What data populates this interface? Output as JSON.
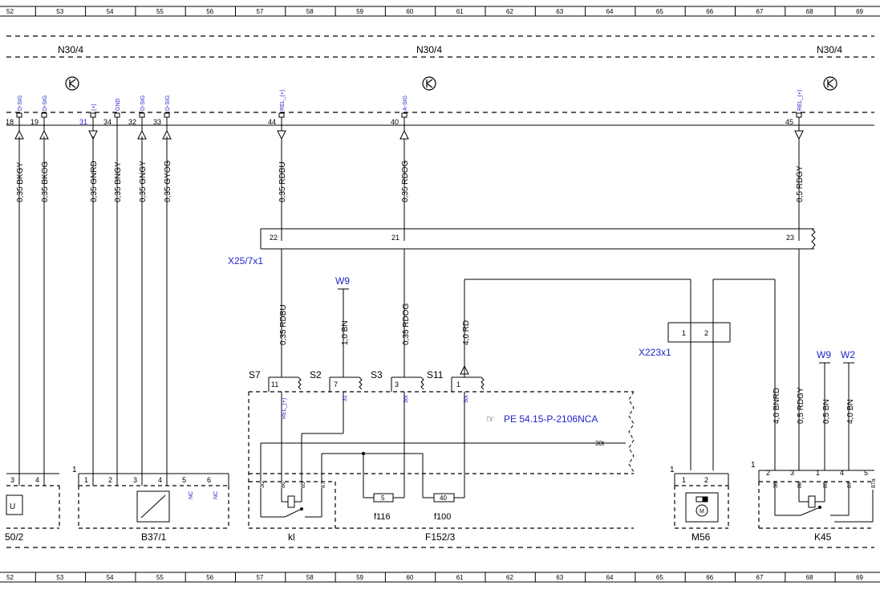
{
  "grid_numbers": [
    "52",
    "53",
    "54",
    "55",
    "56",
    "57",
    "58",
    "59",
    "60",
    "61",
    "62",
    "63",
    "64",
    "65",
    "66",
    "67",
    "68",
    "69"
  ],
  "module_label": "N30/4",
  "top_pins": [
    {
      "num": "18",
      "sig": "D-SIG",
      "wire": "0,35 BKGY",
      "dir": "up"
    },
    {
      "num": "19",
      "sig": "D-SIG",
      "wire": "0,35 BKOG",
      "dir": "up"
    },
    {
      "num": "31",
      "sig": "(+)",
      "wire": "0,35 GNRD",
      "dir": "down"
    },
    {
      "num": "34",
      "sig": "GND",
      "wire": "0,35 BNGY",
      "dir": "none"
    },
    {
      "num": "32",
      "sig": "D-SIG",
      "wire": "0,35 GNGY",
      "dir": "up"
    },
    {
      "num": "33",
      "sig": "D-SIG",
      "wire": "0,35 GYOG",
      "dir": "up"
    },
    {
      "num": "44",
      "sig": "REL_(+)",
      "wire": "0,35 RDBU",
      "dir": "down"
    },
    {
      "num": "40",
      "sig": "A-SIG",
      "wire": "0,35 RDOG",
      "dir": "up"
    },
    {
      "num": "45",
      "sig": "REL_(+)",
      "wire": "0,5 RDGY",
      "dir": "down"
    }
  ],
  "connector_x25": {
    "label": "X25/7x1",
    "pins": [
      "22",
      "21",
      "23"
    ]
  },
  "w9_label": "W9",
  "w2_label": "W2",
  "mid_wires": [
    "0,35 RDBU",
    "1,0 BN",
    "0,35 RDOG",
    "4,0 RD"
  ],
  "connector_x223": {
    "label": "X223x1",
    "pins": [
      "1",
      "2"
    ]
  },
  "right_wires": [
    "4,0 BNRD",
    "0,5 RDGY",
    "0,5 BN",
    "4,0 BN"
  ],
  "splice_labels": [
    "S7",
    "S2",
    "S3",
    "S11"
  ],
  "splice_pins": [
    "11",
    "7",
    "3",
    "1"
  ],
  "f152_inner": {
    "pins_top": [
      "(+)",
      "31",
      "30",
      "30"
    ],
    "sig": [
      "REL_(+)",
      "31",
      "30t",
      "30t"
    ],
    "ref": "PE 54.15-P-2106NCA",
    "busbar": "30t"
  },
  "relay_pins": [
    "30",
    "86",
    "85",
    "87"
  ],
  "fuses": [
    {
      "value": "5",
      "label": "f116"
    },
    {
      "value": "40",
      "label": "f100"
    }
  ],
  "components": {
    "c50": {
      "label": "50/2",
      "pins": [
        "3",
        "4"
      ]
    },
    "b37": {
      "label": "B37/1",
      "pins": [
        "1",
        "2",
        "3",
        "4",
        "5",
        "6"
      ],
      "nc": [
        "NC",
        "NC"
      ],
      "idx": "1"
    },
    "kl": {
      "label": "kl"
    },
    "f152": {
      "label": "F152/3"
    },
    "m56": {
      "label": "M56",
      "pins": [
        "1",
        "2"
      ],
      "idx": "1"
    },
    "k45": {
      "label": "K45",
      "pins": [
        "2",
        "3",
        "1",
        "4",
        "5"
      ],
      "inner": [
        "30",
        "86",
        "85",
        "87",
        "87a"
      ],
      "idx": "1"
    }
  }
}
